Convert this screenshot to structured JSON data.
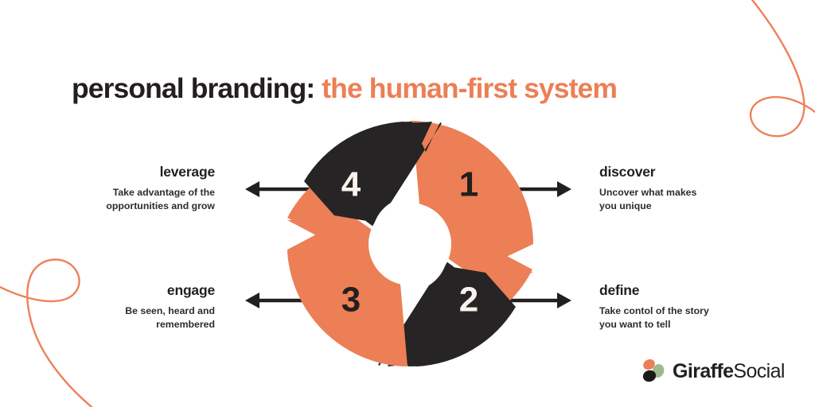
{
  "title": {
    "lead": "personal branding:",
    "accent": "the human-first system"
  },
  "colors": {
    "orange": "#ec7f55",
    "dark": "#262424",
    "cream": "#f9f2ec",
    "background": "#ffffff",
    "logo_green": "#9db98d"
  },
  "cycle": {
    "segments": [
      {
        "number": "1",
        "fill": "#ec7f55",
        "text_color": "#231f1e",
        "step": "discover"
      },
      {
        "number": "2",
        "fill": "#262424",
        "text_color": "#f9f2ec",
        "step": "define"
      },
      {
        "number": "3",
        "fill": "#ec7f55",
        "text_color": "#231f1e",
        "step": "engage"
      },
      {
        "number": "4",
        "fill": "#262424",
        "text_color": "#f9f2ec",
        "step": "leverage"
      }
    ]
  },
  "labels": {
    "leverage": {
      "heading": "leverage",
      "desc": "Take advantage of the\nopportunities and grow"
    },
    "engage": {
      "heading": "engage",
      "desc": "Be seen, heard and\nremembered"
    },
    "discover": {
      "heading": "discover",
      "desc": "Uncover what makes\nyou unique"
    },
    "define": {
      "heading": "define",
      "desc": "Take contol of the story\nyou want to tell"
    }
  },
  "logo": {
    "name_bold": "Giraffe",
    "name_regular": "Social"
  }
}
